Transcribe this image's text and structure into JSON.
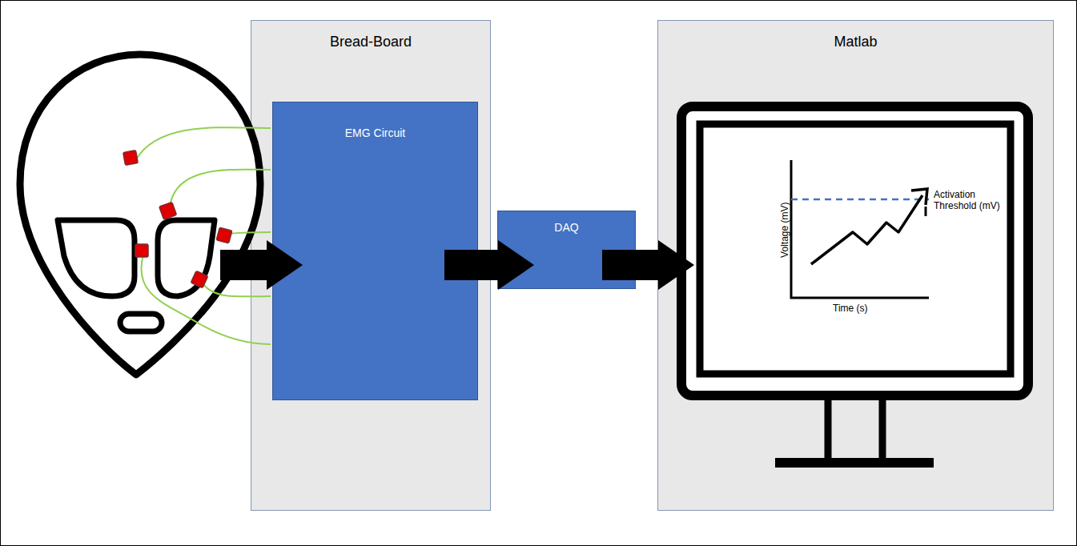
{
  "diagram": {
    "nodes": [
      {
        "text": [
          "Bread-Board"
        ]
      },
      {
        "text": [
          "EMG Circuit"
        ],
        "in": 0
      },
      {
        "text": [
          "DAQ"
        ]
      },
      {
        "text": [
          "Matlab"
        ]
      }
    ],
    "edges": [
      {
        "from": 1,
        "to": 2,
        "arrow": "to"
      },
      {
        "from": 2,
        "to": 3,
        "arrow": "to"
      }
    ],
    "labels": [
      "Voltage (mV)",
      "Time (s)",
      "Activation Threshold (mV)"
    ]
  }
}
